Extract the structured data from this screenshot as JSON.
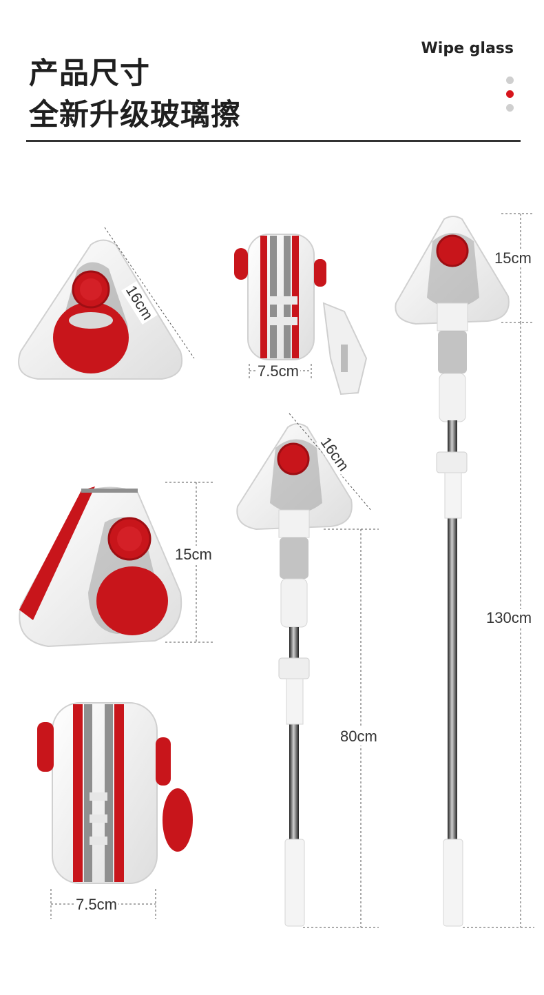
{
  "header": {
    "title_line1": "产品尺寸",
    "title_line2": "全新升级玻璃擦",
    "brand": "Wipe glass",
    "dots": [
      "inactive",
      "active",
      "inactive"
    ]
  },
  "dimensions": {
    "head_diag": "16cm",
    "side_width_top": "7.5cm",
    "head_height": "15cm",
    "side_width_bottom": "7.5cm",
    "pole_head_diag": "16cm",
    "pole_short_len": "80cm",
    "pole_head_height": "15cm",
    "pole_long_len": "130cm"
  },
  "colors": {
    "accent_red": "#c8151b",
    "body_white": "#f4f4f4",
    "rule": "#333333",
    "inactive_dot": "#cfcfcf",
    "active_dot": "#d7151c"
  }
}
